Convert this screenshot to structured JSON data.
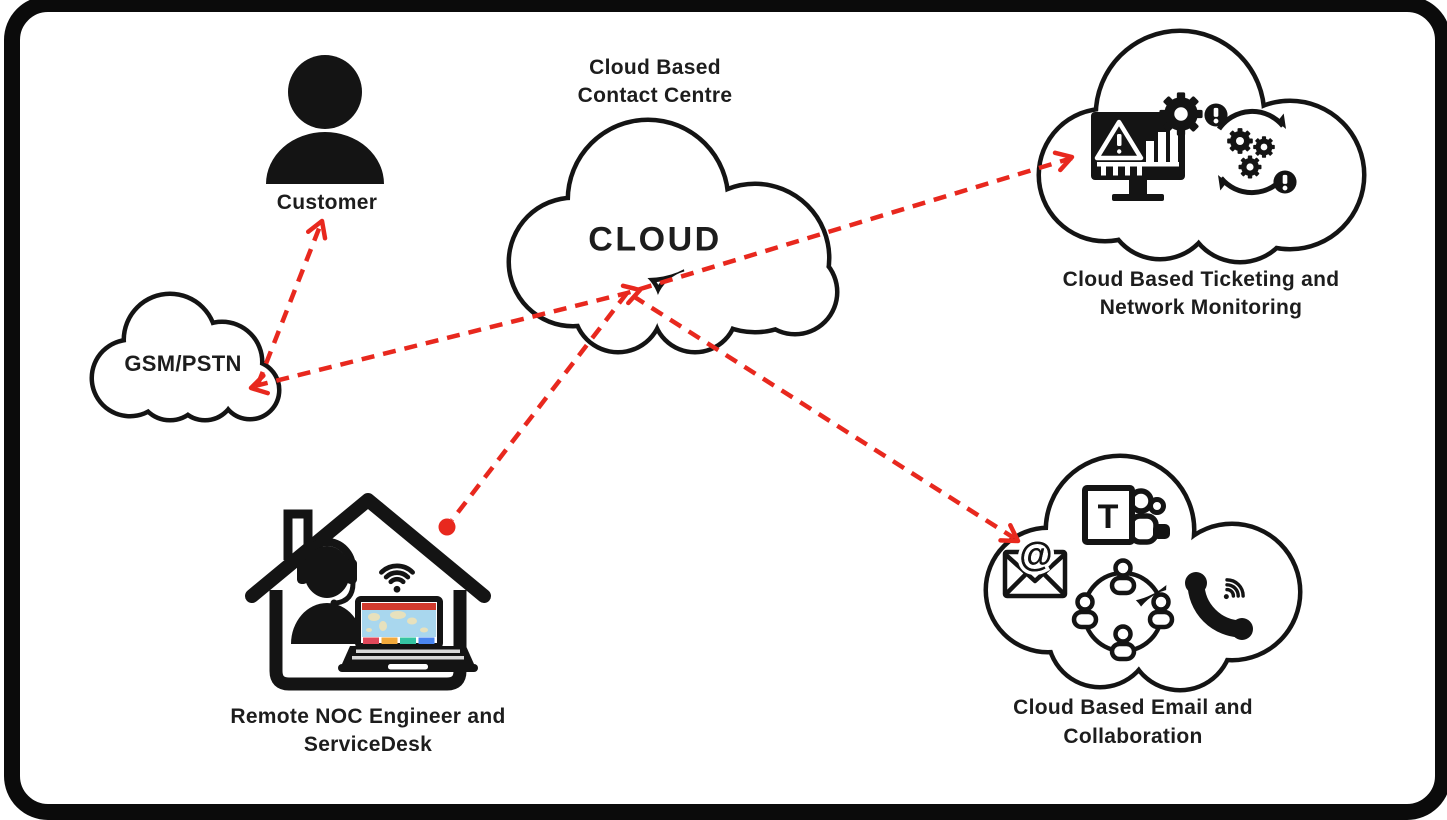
{
  "labels": {
    "contact_centre_1": "Cloud Based",
    "contact_centre_2": "Contact Centre",
    "cloud": "CLOUD",
    "customer": "Customer",
    "gsm": "GSM/PSTN",
    "ticketing_1": "Cloud Based Ticketing and",
    "ticketing_2": "Network Monitoring",
    "email_1": "Cloud Based Email and",
    "email_2": "Collaboration",
    "noc_1": "Remote NOC Engineer and",
    "noc_2": "ServiceDesk"
  },
  "glyphs": {
    "teams_t": "T",
    "email_at": "@"
  },
  "colors": {
    "arrow_red": "#e8281e",
    "ink": "#141414",
    "background": "#ffffff",
    "laptop_topbar": "#d23b2e",
    "laptop_map_sea": "#a9d7ee",
    "laptop_map_land": "#e7e1bd",
    "laptop_buttons": [
      "#e0485a",
      "#f2a93b",
      "#35c4a2",
      "#4a86f0"
    ]
  },
  "icons": {
    "customer": "person-silhouette-icon",
    "gsm": "cloud-shape",
    "contact_centre": "cloud-shape",
    "ticketing": [
      "monitor-alert-chart-icon",
      "gear-icon",
      "sync-gears-alert-icon"
    ],
    "email": [
      "teams-icon",
      "email-at-icon",
      "people-network-icon",
      "phone-icon"
    ],
    "noc": [
      "house-icon",
      "support-agent-headset-icon",
      "wifi-icon",
      "laptop-world-map-icon"
    ]
  },
  "connections": [
    {
      "from": "gsm-pstn",
      "to": "customer",
      "style": "red-dashed",
      "ends": "arrow-at-customer"
    },
    {
      "from": "cloud-contact-centre",
      "to": "gsm-pstn",
      "style": "red-dashed",
      "ends": "arrow-both-ends"
    },
    {
      "from": "cloud-contact-centre",
      "to": "ticketing-monitoring",
      "style": "red-dashed",
      "ends": "arrow-at-ticketing"
    },
    {
      "from": "cloud-contact-centre",
      "to": "email-collaboration",
      "style": "red-dashed",
      "ends": "arrow-at-email"
    },
    {
      "from": "cloud-contact-centre",
      "to": "remote-noc-house",
      "style": "red-dashed",
      "ends": "dot-at-house"
    }
  ]
}
